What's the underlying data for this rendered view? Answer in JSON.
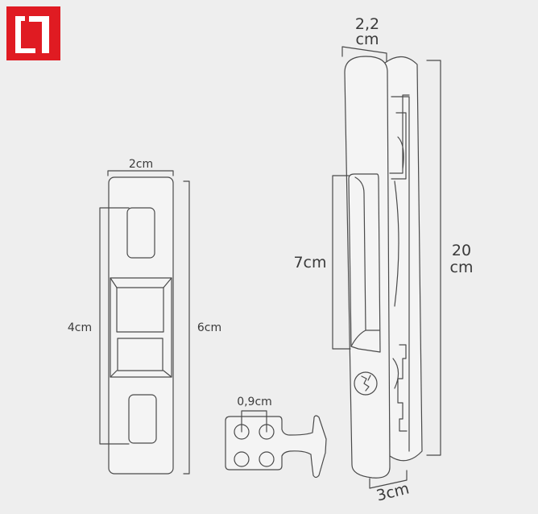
{
  "logo": {
    "text": "L1",
    "color": "#e01b22"
  },
  "labels": {
    "handle_width_value": "2,2",
    "handle_width_unit": "cm",
    "plate_width": "2cm",
    "plate_inner_height": "4cm",
    "plate_height": "6cm",
    "grip_height": "7cm",
    "handle_height_value": "20",
    "handle_height_unit": "cm",
    "hole_spacing": "0,9cm",
    "handle_depth": "3cm"
  }
}
